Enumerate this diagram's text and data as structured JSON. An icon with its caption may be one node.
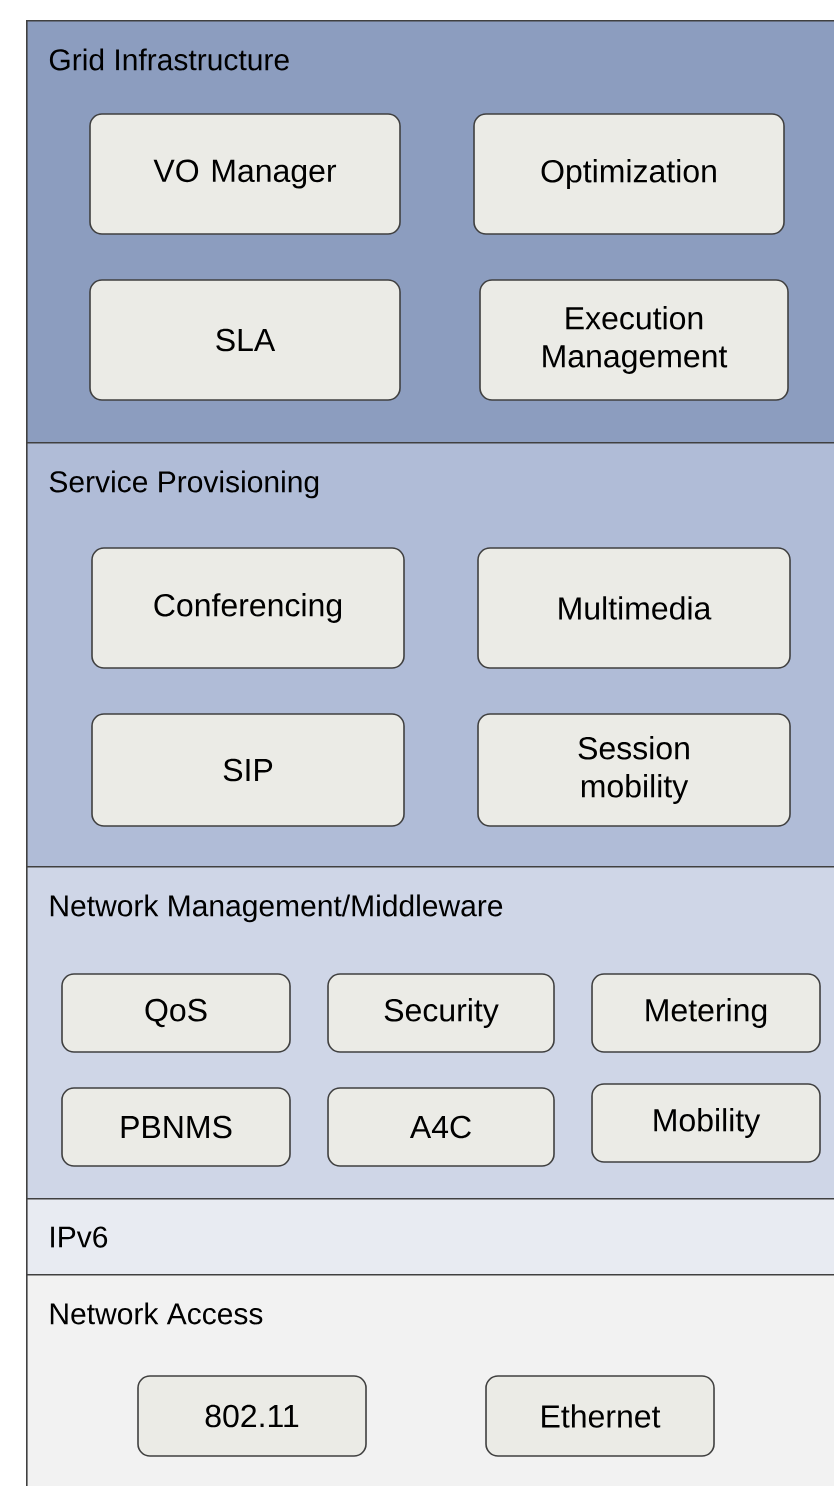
{
  "diagram": {
    "nodes": [
      {
        "text": [
          "Grid Infrastructure"
        ]
      },
      {
        "text": [
          "VO Manager"
        ],
        "in": 0
      },
      {
        "text": [
          "Optimization"
        ],
        "in": 0
      },
      {
        "text": [
          "SLA"
        ],
        "in": 0
      },
      {
        "text": [
          "Execution Management"
        ],
        "in": 0
      },
      {
        "text": [
          "Service Provisioning"
        ]
      },
      {
        "text": [
          "Conferencing"
        ],
        "in": 5
      },
      {
        "text": [
          "Multimedia"
        ],
        "in": 5
      },
      {
        "text": [
          "SIP"
        ],
        "in": 5
      },
      {
        "text": [
          "Session mobility"
        ],
        "in": 5
      },
      {
        "text": [
          "Network Management/Middleware"
        ]
      },
      {
        "text": [
          "QoS"
        ],
        "in": 10
      },
      {
        "text": [
          "Security"
        ],
        "in": 10
      },
      {
        "text": [
          "Metering"
        ],
        "in": 10
      },
      {
        "text": [
          "PBNMS"
        ],
        "in": 10
      },
      {
        "text": [
          "A4C"
        ],
        "in": 10
      },
      {
        "text": [
          "Mobility"
        ],
        "in": 10
      },
      {
        "text": [
          "IPv6"
        ]
      },
      {
        "text": [
          "Network Access"
        ]
      },
      {
        "text": [
          "802.11"
        ],
        "in": 18
      },
      {
        "text": [
          "Ethernet"
        ],
        "in": 18
      }
    ]
  }
}
